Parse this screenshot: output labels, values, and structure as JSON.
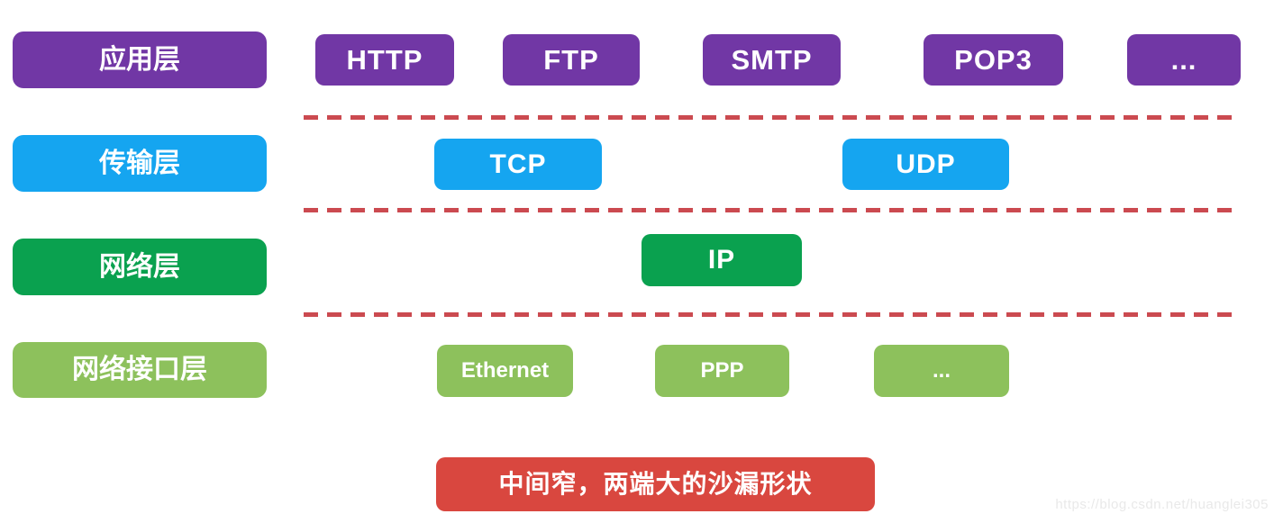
{
  "diagram": {
    "title_implicit": "TCP/IP protocol stack (hourglass shape)",
    "layers": [
      {
        "label": "应用层",
        "color": "#7137A5",
        "protocols": [
          "HTTP",
          "FTP",
          "SMTP",
          "POP3",
          "..."
        ]
      },
      {
        "label": "传输层",
        "color": "#15A5F0",
        "protocols": [
          "TCP",
          "UDP"
        ]
      },
      {
        "label": "网络层",
        "color": "#0AA14F",
        "protocols": [
          "IP"
        ]
      },
      {
        "label": "网络接口层",
        "color": "#8DC15C",
        "protocols": [
          "Ethernet",
          "PPP",
          "..."
        ]
      }
    ],
    "caption": "中间窄，两端大的沙漏形状",
    "caption_color": "#D9473F",
    "separator_color": "#CB4A50",
    "watermark": "https://blog.csdn.net/huanglei305"
  }
}
